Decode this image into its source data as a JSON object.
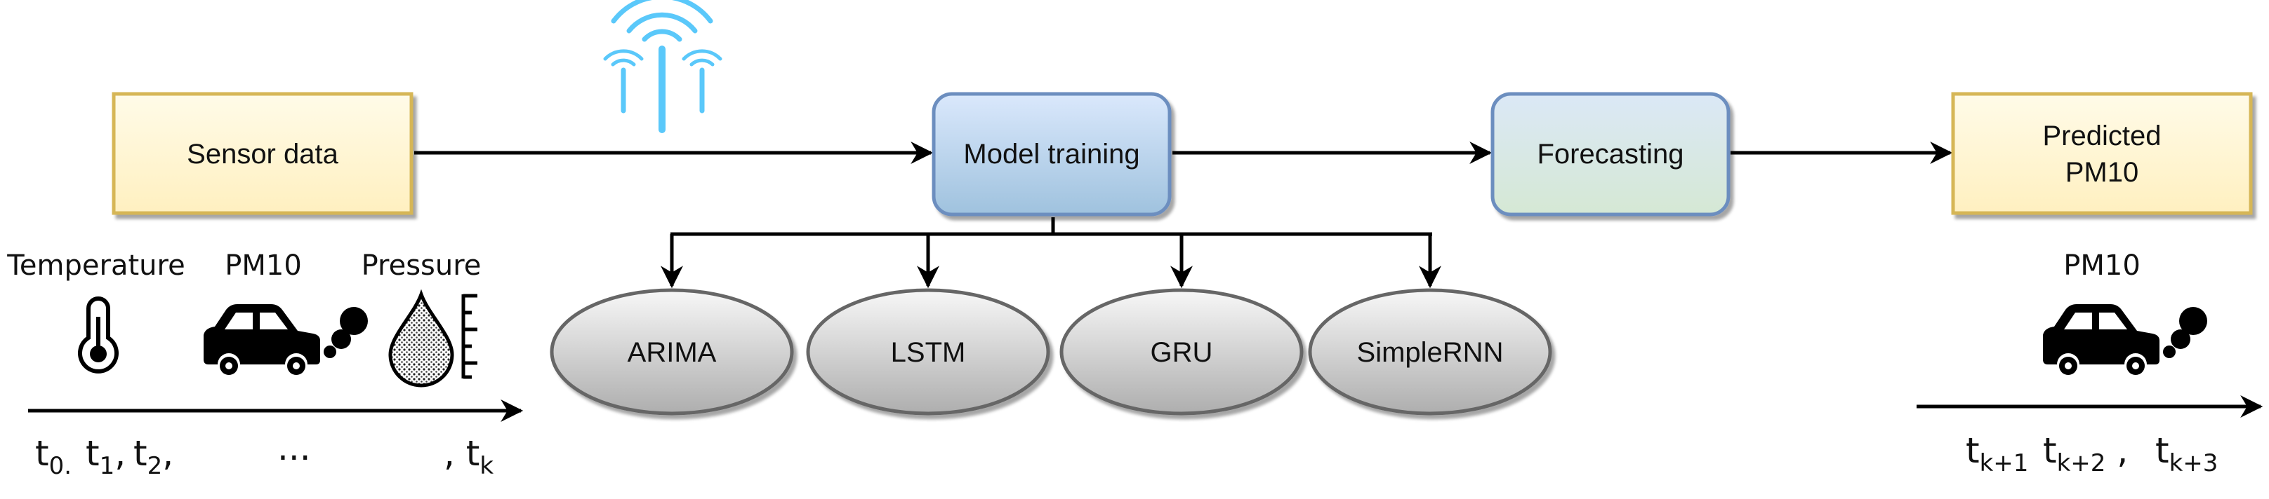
{
  "nodes": {
    "sensor": "Sensor data",
    "training": "Model training",
    "forecasting": "Forecasting",
    "predicted_line1": "Predicted",
    "predicted_line2": "PM10"
  },
  "models": [
    "ARIMA",
    "LSTM",
    "GRU",
    "SimpleRNN"
  ],
  "inputs": {
    "temperature": "Temperature",
    "pm10": "PM10",
    "pressure": "Pressure"
  },
  "output_label": "PM10",
  "input_time": {
    "t0": "t",
    "t0_sub": "0.",
    "t1": "t",
    "t1_sub": "1",
    "sep1": ",",
    "t2": "t",
    "t2_sub": "2",
    "sep2": ",",
    "ellipsis": "...",
    "tk_prefix": ", t",
    "tk_sub": "k"
  },
  "output_time": {
    "a": "t",
    "a_sub": "k+1",
    "b": "t",
    "b_sub": "k+2",
    "sep": ",",
    "c": "t",
    "c_sub": "k+3"
  },
  "colors": {
    "yellow_box_top": "#fffbe8",
    "yellow_box_bottom": "#fff0c0",
    "yellow_border": "#d6b656",
    "blue_top": "#dbe8f6",
    "blue_bottom": "#d5e8d4",
    "blue_border": "#6c8ebf",
    "training_top": "#dae8fc",
    "training_bottom": "#a9c8e0",
    "oval_top": "#f5f5f5",
    "oval_bottom": "#b3b3b3",
    "oval_border": "#666666",
    "wifi": "#5ac8fa"
  },
  "icons": [
    "wifi-antenna-icon",
    "thermometer-icon",
    "car-exhaust-icon",
    "pressure-drop-icon",
    "car-exhaust-icon"
  ]
}
